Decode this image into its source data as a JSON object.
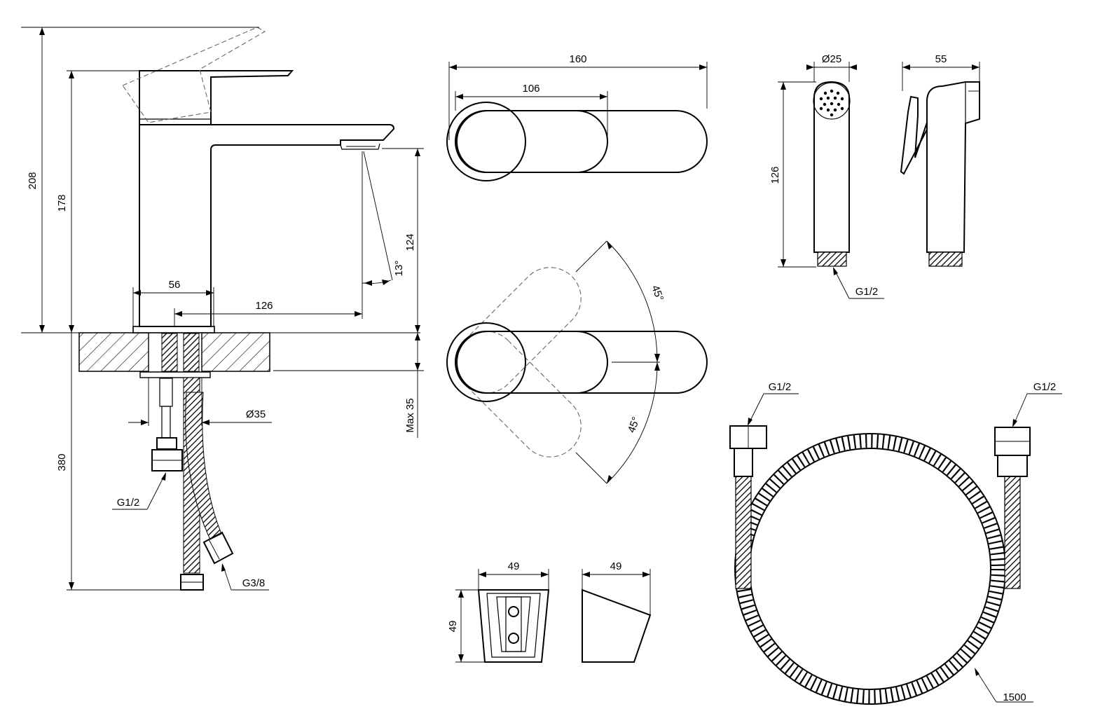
{
  "faucet_side": {
    "height_total": "208",
    "height_to_lever": "178",
    "spout_height": "124",
    "spray_angle": "13°",
    "base_width": "56",
    "spout_reach": "126",
    "hole_diameter": "Ø35",
    "max_deck_thickness": "Max 35",
    "hose_length": "380",
    "connector_outlet": "G1/2",
    "connector_supply": "G3/8"
  },
  "faucet_top": {
    "total_length": "160",
    "lever_length": "106",
    "rotation_up": "45°",
    "rotation_down": "45°"
  },
  "hand_shower": {
    "diameter": "Ø25",
    "length": "126",
    "depth": "55",
    "thread": "G1/2"
  },
  "holder": {
    "width": "49",
    "height": "49",
    "depth": "49"
  },
  "hose": {
    "connector_left": "G1/2",
    "connector_right": "G1/2",
    "length": "1500"
  }
}
